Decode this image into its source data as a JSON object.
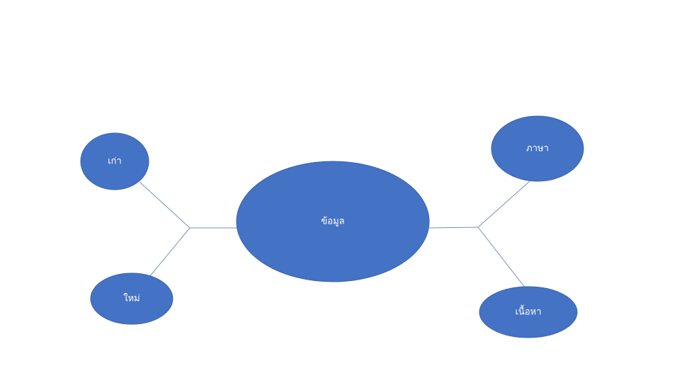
{
  "diagram": {
    "center": {
      "label": "ข้อมูล"
    },
    "nodes": {
      "old": {
        "label": "เก่า"
      },
      "new": {
        "label": "ใหม่"
      },
      "language": {
        "label": "ภาษา"
      },
      "content": {
        "label": "เนื้อหา"
      }
    }
  },
  "colors": {
    "node_fill": "#4472c4",
    "connector": "#7a8fb5",
    "text": "#ffffff"
  }
}
